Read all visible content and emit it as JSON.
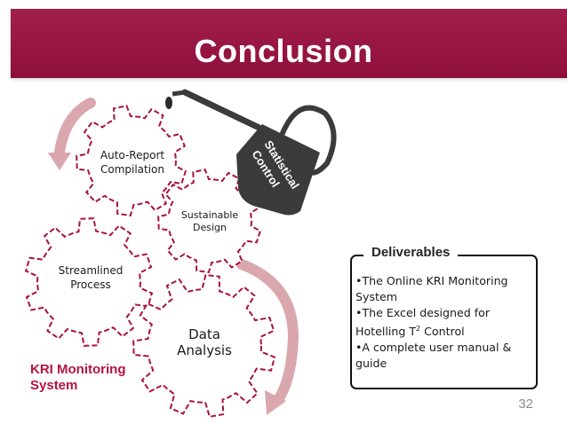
{
  "slide": {
    "title": "Conclusion",
    "page_number": "32"
  },
  "gears": {
    "auto_report": "Auto-Report\nCompilation",
    "sustainable": "Sustainable\nDesign",
    "streamlined": "Streamlined\nProcess",
    "data_analysis": "Data\nAnalysis"
  },
  "oil_can": {
    "label_line1": "Statistical",
    "label_line2": "Control"
  },
  "system_label": "KRI Monitoring\nSystem",
  "deliverables": {
    "title": "Deliverables",
    "item1": "•The Online KRI Monitoring System",
    "item2_main": "•The Excel designed for Hotelling T",
    "item2_sup": "2",
    "item2_rest": " Control",
    "item3": "•A complete user manual & guide"
  },
  "colors": {
    "banner": "#9b1040",
    "gear_outline": "#a8123c",
    "arrow": "#d9a7ad",
    "oil_can": "#3b3b3b",
    "accent_text": "#b5123f"
  },
  "icons": [
    "gear-icon",
    "oil-can-icon",
    "curved-arrow-icon"
  ]
}
